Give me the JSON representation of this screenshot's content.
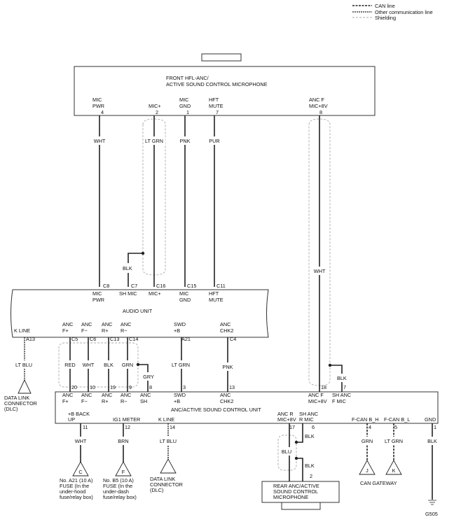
{
  "legend": {
    "can_line": "CAN line",
    "other_comm": "Other communication line",
    "shielding": "Shielding"
  },
  "front_mic": {
    "title_line1": "FRONT HFL-ANC/",
    "title_line2": "ACTIVE SOUND CONTROL MICROPHONE",
    "pins": [
      {
        "label1": "MIC",
        "label2": "PWR",
        "pin": "4"
      },
      {
        "label1": "",
        "label2": "MIC+",
        "pin": "2"
      },
      {
        "label1": "MIC",
        "label2": "GND",
        "pin": "1"
      },
      {
        "label1": "HFT",
        "label2": "MUTE",
        "pin": "7"
      },
      {
        "label1": "ANC F",
        "label2": "MIC+8V",
        "pin": "8"
      }
    ]
  },
  "upper_wires": {
    "wht": "WHT",
    "lt_grn": "LT GRN",
    "pnk": "PNK",
    "pur": "PUR",
    "blk": "BLK",
    "wht_right": "WHT"
  },
  "audio_unit": {
    "title": "AUDIO UNIT",
    "top_pins": [
      {
        "pin": "C8",
        "label1": "MIC",
        "label2": "PWR"
      },
      {
        "pin": "C7",
        "label1": "SH MIC",
        "label2": ""
      },
      {
        "pin": "C16",
        "label1": "MIC+",
        "label2": ""
      },
      {
        "pin": "C15",
        "label1": "MIC",
        "label2": "GND"
      },
      {
        "pin": "C11",
        "label1": "HFT",
        "label2": "MUTE"
      }
    ],
    "bottom_pins": [
      {
        "label1": "K LINE",
        "label2": "",
        "pin": "A13"
      },
      {
        "label1": "ANC",
        "label2": "F+",
        "pin": "C5"
      },
      {
        "label1": "ANC",
        "label2": "F−",
        "pin": "C6"
      },
      {
        "label1": "ANC",
        "label2": "R+",
        "pin": "C13"
      },
      {
        "label1": "ANC",
        "label2": "R−",
        "pin": "C14"
      },
      {
        "label1": "SWD",
        "label2": "+B",
        "pin": "A21"
      },
      {
        "label1": "ANC",
        "label2": "CHK2",
        "pin": "C4"
      }
    ]
  },
  "mid_wires": {
    "lt_blu": "LT BLU",
    "red": "RED",
    "wht": "WHT",
    "blk": "BLK",
    "grn": "GRN",
    "gry": "GRY",
    "lt_grn": "LT GRN",
    "pnk": "PNK",
    "blk_right": "BLK"
  },
  "dlc_left": {
    "line1": "DATA LINK",
    "line2": "CONNECTOR",
    "line3": "(DLC)"
  },
  "anc_unit": {
    "title": "ANC/ACTIVE SOUND CONTROL UNIT",
    "top_pins": [
      {
        "pin": "20",
        "label1": "ANC",
        "label2": "F+"
      },
      {
        "pin": "10",
        "label1": "ANC",
        "label2": "F−"
      },
      {
        "pin": "19",
        "label1": "ANC",
        "label2": "R+"
      },
      {
        "pin": "9",
        "label1": "ANC",
        "label2": "R−"
      },
      {
        "pin": "8",
        "label1": "ANC",
        "label2": "SH"
      },
      {
        "pin": "3",
        "label1": "SWD",
        "label2": "+B"
      },
      {
        "pin": "13",
        "label1": "ANC",
        "label2": "CHK2"
      },
      {
        "pin": "18",
        "label1": "ANC F",
        "label2": "MIC+8V"
      },
      {
        "pin": "7",
        "label1": "SH ANC",
        "label2": "F MIC"
      }
    ],
    "bottom_pins": [
      {
        "label1": "+B BACK",
        "label2": "UP",
        "pin": "11"
      },
      {
        "label1": "IG1 METER",
        "label2": "",
        "pin": "12"
      },
      {
        "label1": "K LINE",
        "label2": "",
        "pin": "14"
      },
      {
        "label1": "ANC R",
        "label2": "MIC+8V",
        "pin": "17"
      },
      {
        "label1": "SH ANC",
        "label2": "R MIC",
        "pin": "6"
      },
      {
        "label1": "F-CAN B_H",
        "label2": "",
        "pin": "4"
      },
      {
        "label1": "F-CAN B_L",
        "label2": "",
        "pin": "5"
      },
      {
        "label1": "GND",
        "label2": "",
        "pin": "1"
      }
    ]
  },
  "lower_wires": {
    "wht": "WHT",
    "brn": "BRN",
    "lt_blu": "LT BLU",
    "blk_top": "BLK",
    "blu": "BLU",
    "blk_mid": "BLK",
    "grn": "GRN",
    "lt_grn": "LT GRN",
    "blk_gnd": "BLK",
    "pin2": "2"
  },
  "fuse_c": {
    "symbol": "C",
    "line1": "No. A21 (10 A)",
    "line2": "FUSE (In the",
    "line3": "under-hood",
    "line4": "fuse/relay box)"
  },
  "fuse_f": {
    "symbol": "F",
    "line1": "No. B5 (10 A)",
    "line2": "FUSE (In the",
    "line3": "under-dash",
    "line4": "fuse/relay box)"
  },
  "dlc_right": {
    "line1": "DATA LINK",
    "line2": "CONNECTOR",
    "line3": "(DLC)"
  },
  "rear_mic": {
    "line1": "REAR ANC/ACTIVE",
    "line2": "SOUND CONTROL",
    "line3": "MICROPHONE"
  },
  "can_gateway": {
    "j": "J",
    "k": "K",
    "label": "CAN GATEWAY"
  },
  "ground": {
    "label": "G505"
  }
}
